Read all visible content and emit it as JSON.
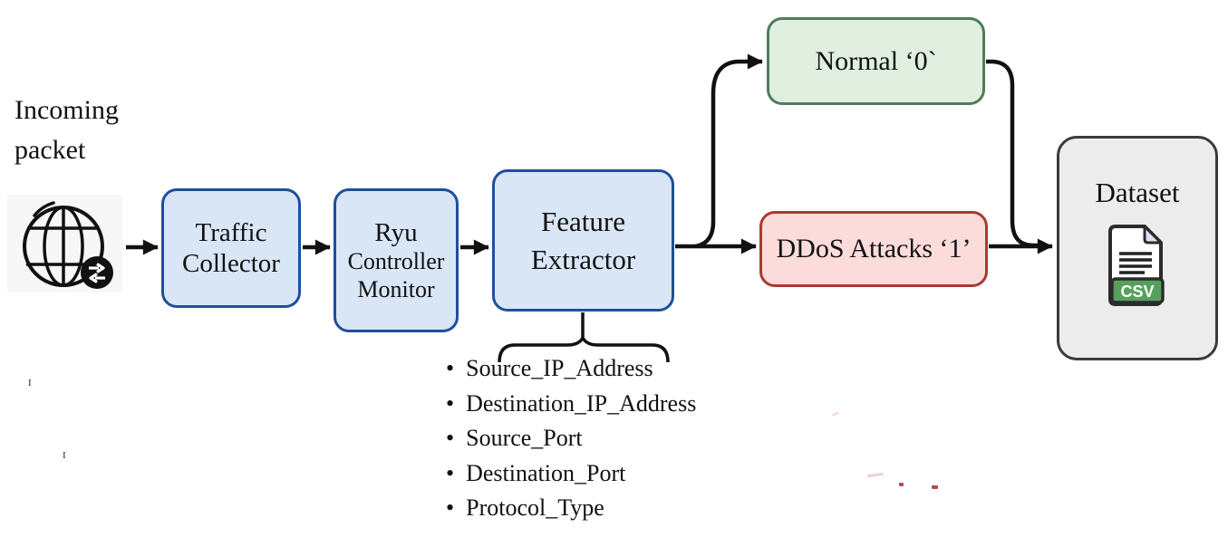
{
  "diagram": {
    "incoming_label": "Incoming\npacket",
    "nodes": {
      "traffic_collector": {
        "line1": "Traffic",
        "line2": "Collector"
      },
      "ryu": {
        "line1": "Ryu",
        "line2": "Controller",
        "line3": "Monitor"
      },
      "feature_extractor": {
        "line1": "Feature",
        "line2": "Extractor"
      },
      "normal": {
        "label": "Normal ‘0`"
      },
      "ddos": {
        "label": "DDoS Attacks ‘1’"
      },
      "dataset": {
        "label": "Dataset",
        "file_badge": "CSV"
      }
    },
    "features": [
      "Source_IP_Address",
      "Destination_IP_Address",
      "Source_Port",
      "Destination_Port",
      "Protocol_Type"
    ],
    "artifacts": {
      "mark1": "I",
      "mark2": "I"
    },
    "colors": {
      "process_fill": "#d9e6f6",
      "process_border": "#1e4f9c",
      "normal_fill": "#e0efdf",
      "normal_border": "#4e7d5a",
      "attack_fill": "#fbdcda",
      "attack_border": "#a93a30",
      "dataset_fill": "#ececec",
      "dataset_border": "#3b3b3b",
      "csv_green": "#57a05c",
      "line_color": "#111111"
    },
    "icons": [
      "globe-icon",
      "transfer-arrows-icon",
      "csv-file-icon"
    ]
  }
}
